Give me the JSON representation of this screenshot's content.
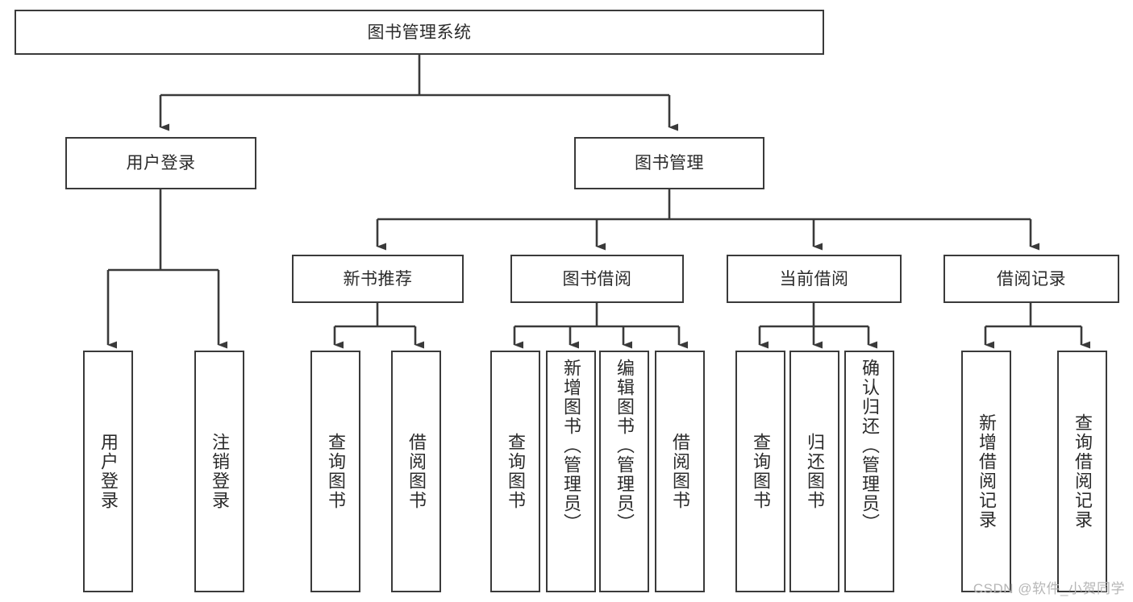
{
  "diagram": {
    "title": "图书管理系统",
    "type": "tree-hierarchy-diagram",
    "watermark": "CSDN @软件_小贺同学",
    "colors": {
      "background": "#ffffff",
      "box_border": "#3a3a3a",
      "box_fill": "#ffffff",
      "connector": "#3a3a3a",
      "text": "#2b2b2b",
      "watermark": "#b6b6b6"
    },
    "root": {
      "label": "图书管理系统"
    },
    "level2": [
      {
        "label": "用户登录"
      },
      {
        "label": "图书管理"
      }
    ],
    "level3": [
      {
        "label": "新书推荐"
      },
      {
        "label": "图书借阅"
      },
      {
        "label": "当前借阅"
      },
      {
        "label": "借阅记录"
      }
    ],
    "leaves": {
      "user_login": [
        {
          "label": "用户登录"
        },
        {
          "label": "注销登录"
        }
      ],
      "new_book": [
        {
          "label": "查询图书"
        },
        {
          "label": "借阅图书"
        }
      ],
      "book_borrow": [
        {
          "label": "查询图书"
        },
        {
          "label": "新增图书（管理员）"
        },
        {
          "label": "编辑图书（管理员）"
        },
        {
          "label": "借阅图书"
        }
      ],
      "current_borrow": [
        {
          "label": "查询图书"
        },
        {
          "label": "归还图书"
        },
        {
          "label": "确认归还（管理员）"
        }
      ],
      "borrow_record": [
        {
          "label": "新增借阅记录"
        },
        {
          "label": "查询借阅记录"
        }
      ]
    }
  }
}
